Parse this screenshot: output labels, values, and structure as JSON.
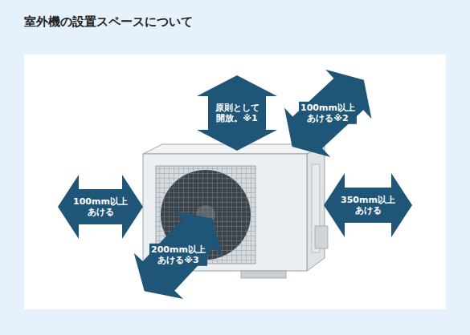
{
  "diagram": {
    "title": "室外機の設置スペースについて",
    "nodes": [
      {
        "text": [
          "原則として 開放。※1"
        ]
      },
      {
        "text": [
          "100mm以上 あける※2"
        ]
      },
      {
        "text": [
          "100mm以上 あける"
        ]
      },
      {
        "text": [
          "350mm以上 あける"
        ]
      },
      {
        "text": [
          "200mm以上 あける※3"
        ]
      }
    ]
  }
}
